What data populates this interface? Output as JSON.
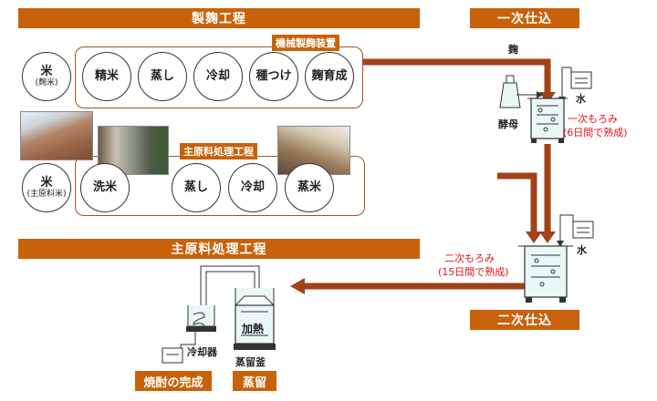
{
  "banners": {
    "koji_process": "製麹工程",
    "first_stage": "一次仕込",
    "main_material_process": "主原料処理工程",
    "second_stage": "二次仕込"
  },
  "koji_box": {
    "tag": "機械製麹装置",
    "input_main": "米",
    "input_sub": "(麹米)",
    "steps": [
      "精米",
      "蒸し",
      "冷却",
      "種つけ",
      "麹育成"
    ]
  },
  "main_box": {
    "tag": "主原料処理工程",
    "input_main": "米",
    "input_sub": "(主原料米)",
    "steps": [
      "洗米",
      "蒸し",
      "冷却",
      "蒸米"
    ]
  },
  "first_stage": {
    "koji_label": "麹",
    "yeast_label": "酵母",
    "water_label": "水",
    "moromi_title": "一次もろみ",
    "moromi_note": "(6日間で熟成)"
  },
  "second_stage": {
    "water_label": "水",
    "moromi_title": "二次もろみ",
    "moromi_note": "(15日間で熟成)"
  },
  "distill": {
    "cooler_label": "冷却器",
    "heat_label": "加熱",
    "still_label": "蒸留釜",
    "button_done": "焼酎の完成",
    "button_distill": "蒸留"
  },
  "colors": {
    "accent": "#c8620a",
    "arrow": "#a0421a",
    "highlight_text": "#e0151b"
  }
}
